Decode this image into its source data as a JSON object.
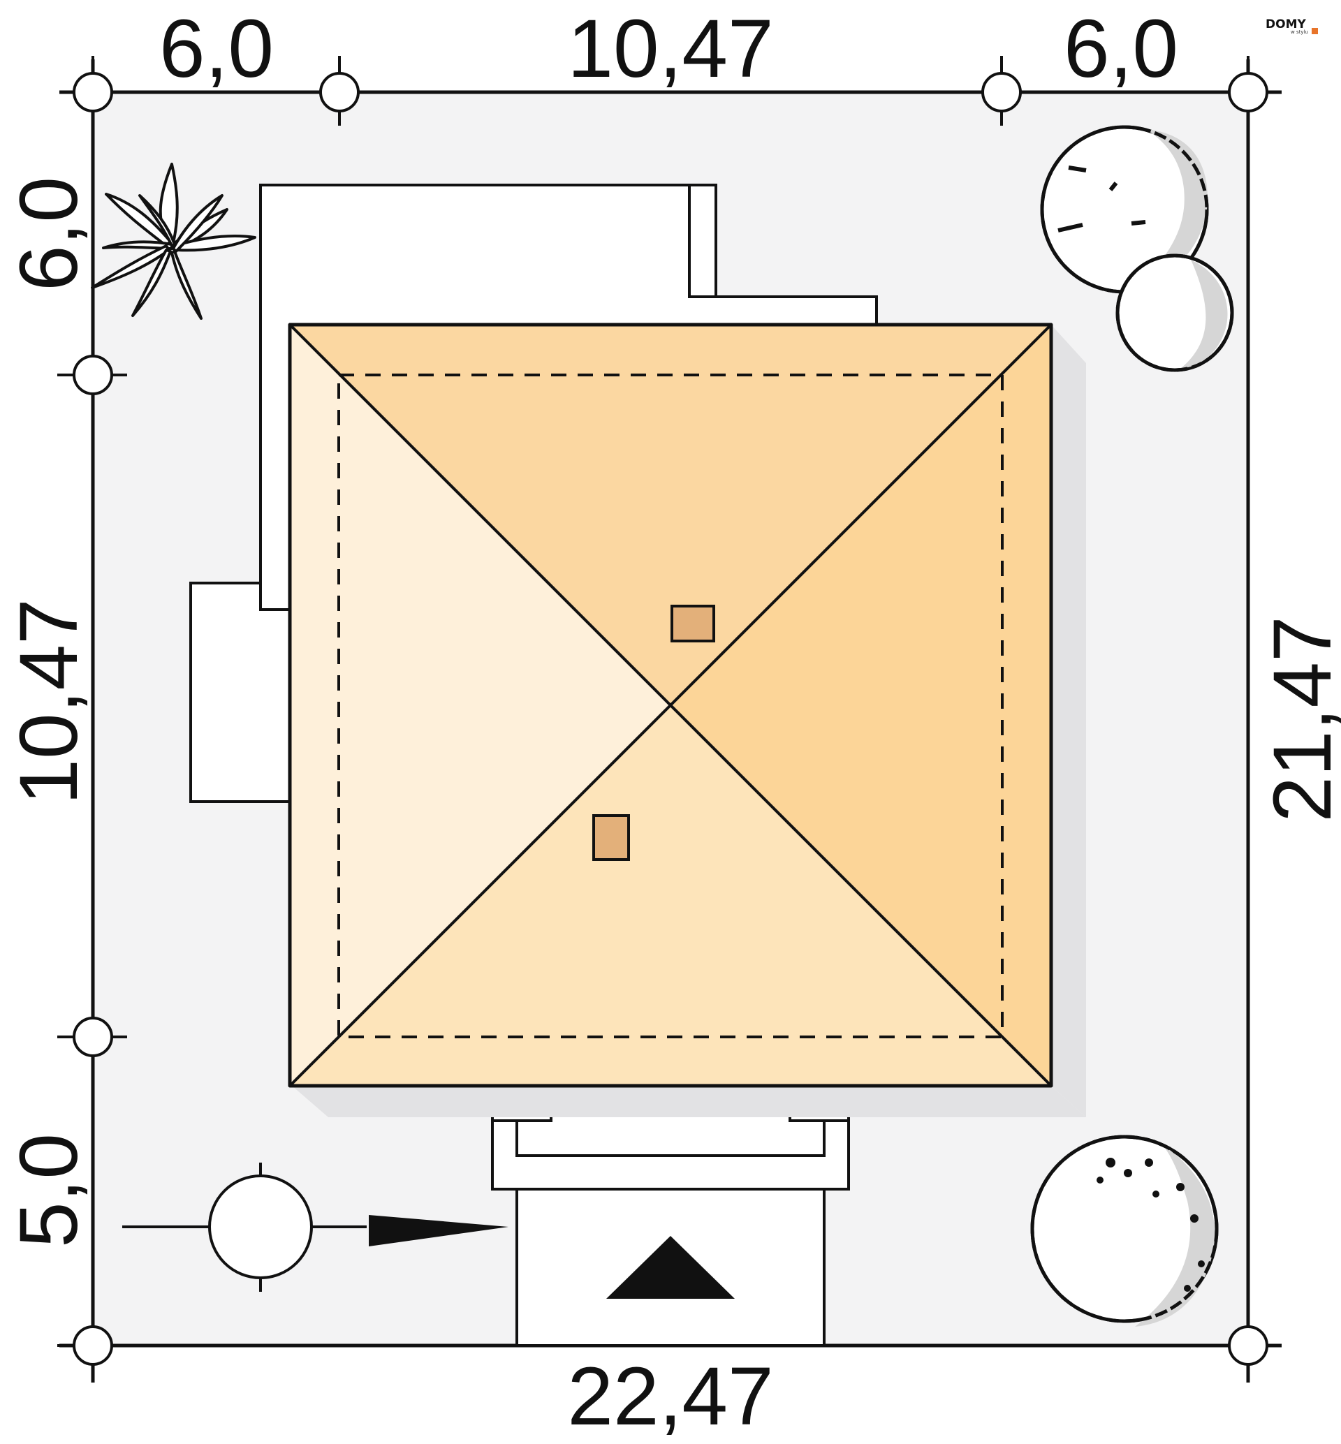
{
  "logo": {
    "main": "DOMY",
    "sub": "w stylu"
  },
  "dimensions": {
    "top": [
      "6,0",
      "10,47",
      "6,0"
    ],
    "left": [
      "6,0",
      "10,47",
      "5,0"
    ],
    "right": "21,47",
    "bottom": "22,47"
  },
  "colors": {
    "plot": "#f3f3f4",
    "roof_north": "#fbd7a1",
    "roof_east": "#fcd598",
    "roof_west": "#fef0da",
    "roof_south": "#fde4ba",
    "chimney": "#e3b07a",
    "tree_shade": "#d6d6d6",
    "line": "#111111"
  },
  "icons": [
    "north-arrow-icon",
    "entrance-triangle-icon",
    "plant-icon",
    "tree-icon"
  ]
}
